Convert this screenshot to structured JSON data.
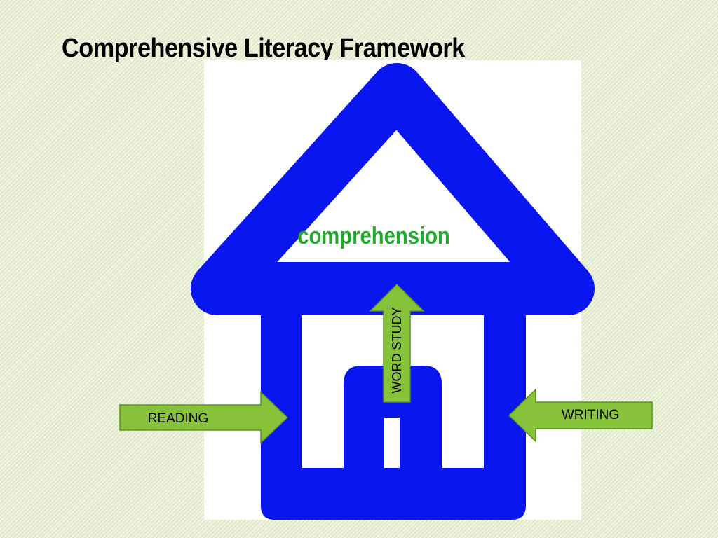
{
  "title": "Comprehensive Literacy Framework",
  "diagram": {
    "roof_label": "comprehension",
    "arrows": {
      "up": "WORD STUDY",
      "left": "READING",
      "right": "WRITING"
    }
  },
  "colors": {
    "house": "#0a16f0",
    "arrow_fill": "#86c33a",
    "arrow_stroke": "#5f8f27",
    "roof_label": "#1faa2a"
  }
}
